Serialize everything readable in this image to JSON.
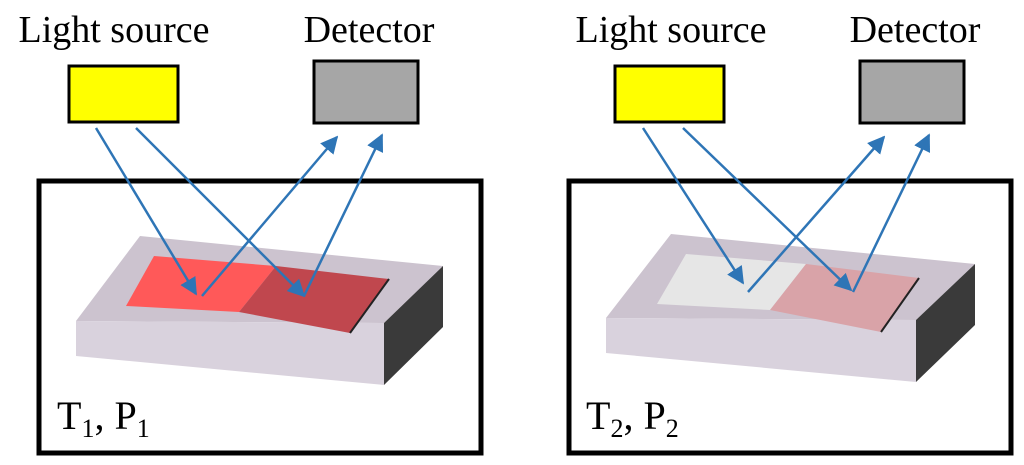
{
  "colors": {
    "light_source": "#ffff00",
    "detector": "#a6a6a6",
    "ray": "#2e75b6",
    "substrate_top": "#ccc3cf",
    "substrate_front": "#d9d2dd",
    "substrate_side": "#3a3a3a",
    "panel1_left_film": "#ff5959",
    "panel1_right_film": "#c0474e",
    "panel2_left_film": "#e6e6e6",
    "panel2_right_film": "#d9a3a8"
  },
  "panels": [
    {
      "source_label": "Light source",
      "detector_label": "Detector",
      "condition": {
        "t": "T",
        "t_sub": "1",
        "sep": ", ",
        "p": "P",
        "p_sub": "1"
      }
    },
    {
      "source_label": "Light source",
      "detector_label": "Detector",
      "condition": {
        "t": "T",
        "t_sub": "2",
        "sep": ", ",
        "p": "P",
        "p_sub": "2"
      }
    }
  ]
}
